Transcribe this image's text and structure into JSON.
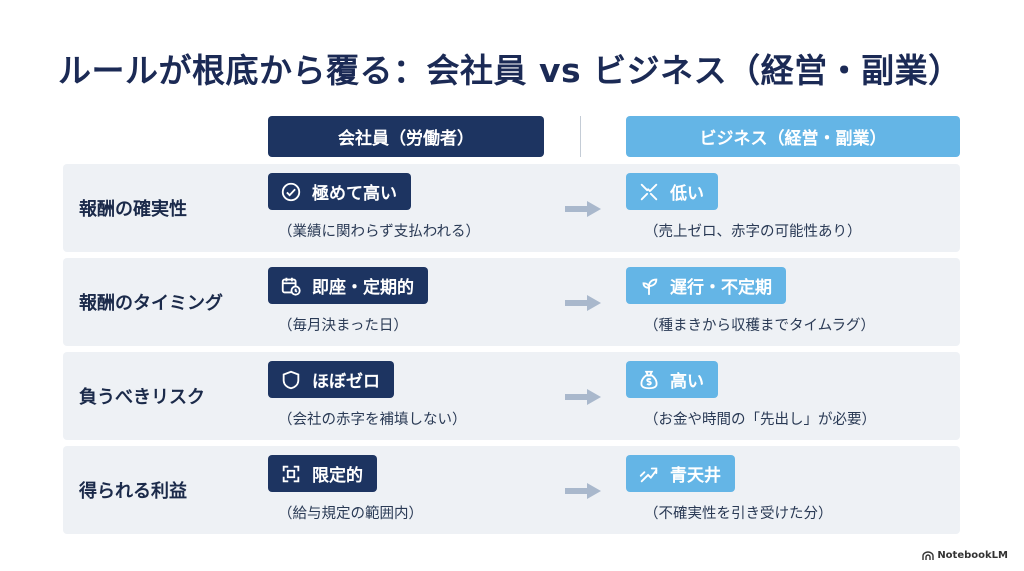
{
  "title": "ルールが根底から覆る：会社員 vs ビジネス（経営・副業）",
  "columns": {
    "left": "会社員（労働者）",
    "right": "ビジネス（経営・副業）"
  },
  "rows": [
    {
      "label": "報酬の確実性",
      "left": {
        "badge": "極めて高い",
        "icon": "check-circle-icon",
        "note": "（業績に関わらず支払われる）"
      },
      "right": {
        "badge": "低い",
        "icon": "broken-line-icon",
        "note": "（売上ゼロ、赤字の可能性あり）"
      }
    },
    {
      "label": "報酬のタイミング",
      "left": {
        "badge": "即座・定期的",
        "icon": "calendar-clock-icon",
        "note": "（毎月決まった日）"
      },
      "right": {
        "badge": "遅行・不定期",
        "icon": "sprout-icon",
        "note": "（種まきから収穫までタイムラグ）"
      }
    },
    {
      "label": "負うべきリスク",
      "left": {
        "badge": "ほぼゼロ",
        "icon": "shield-icon",
        "note": "（会社の赤字を補填しない）"
      },
      "right": {
        "badge": "高い",
        "icon": "money-bag-icon",
        "note": "（お金や時間の「先出し」が必要）"
      }
    },
    {
      "label": "得られる利益",
      "left": {
        "badge": "限定的",
        "icon": "frame-icon",
        "note": "（給与規定の範囲内）"
      },
      "right": {
        "badge": "青天井",
        "icon": "rising-arrow-icon",
        "note": "（不確実性を引き受けた分）"
      }
    }
  ],
  "brand": "NotebookLM",
  "colors": {
    "navy": "#1d3461",
    "sky": "#64b5e6",
    "row_bg": "#eef1f5",
    "arrow": "#a9b8cc"
  }
}
